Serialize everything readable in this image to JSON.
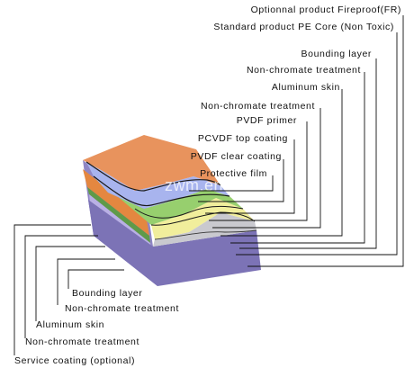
{
  "watermark": "zwm.en.alibaba.com",
  "labels_right": [
    "Optionnal product Fireproof(FR)",
    "Standard product PE Core (Non Toxic)",
    "Bounding layer",
    "Non-chromate treatment",
    "Aluminum skin",
    "Non-chromate treatment",
    "PVDF primer",
    "PCVDF top coating",
    "PVDF clear coating",
    "Protective film"
  ],
  "labels_left": [
    "Bounding layer",
    "Non-chromate treatment",
    "Aluminum skin",
    "Non-chromate treatment",
    "Service coating (optional)"
  ],
  "colors": {
    "protective_film": "#e8935d",
    "clear_coating": "#a8b4ee",
    "top_coating": "#97cf6e",
    "primer": "#f1ee9c",
    "aluminum": "#c9c9cf",
    "core": "#8f86c4",
    "bottom_orange": "#e48740",
    "bottom_green": "#5f9a49"
  }
}
